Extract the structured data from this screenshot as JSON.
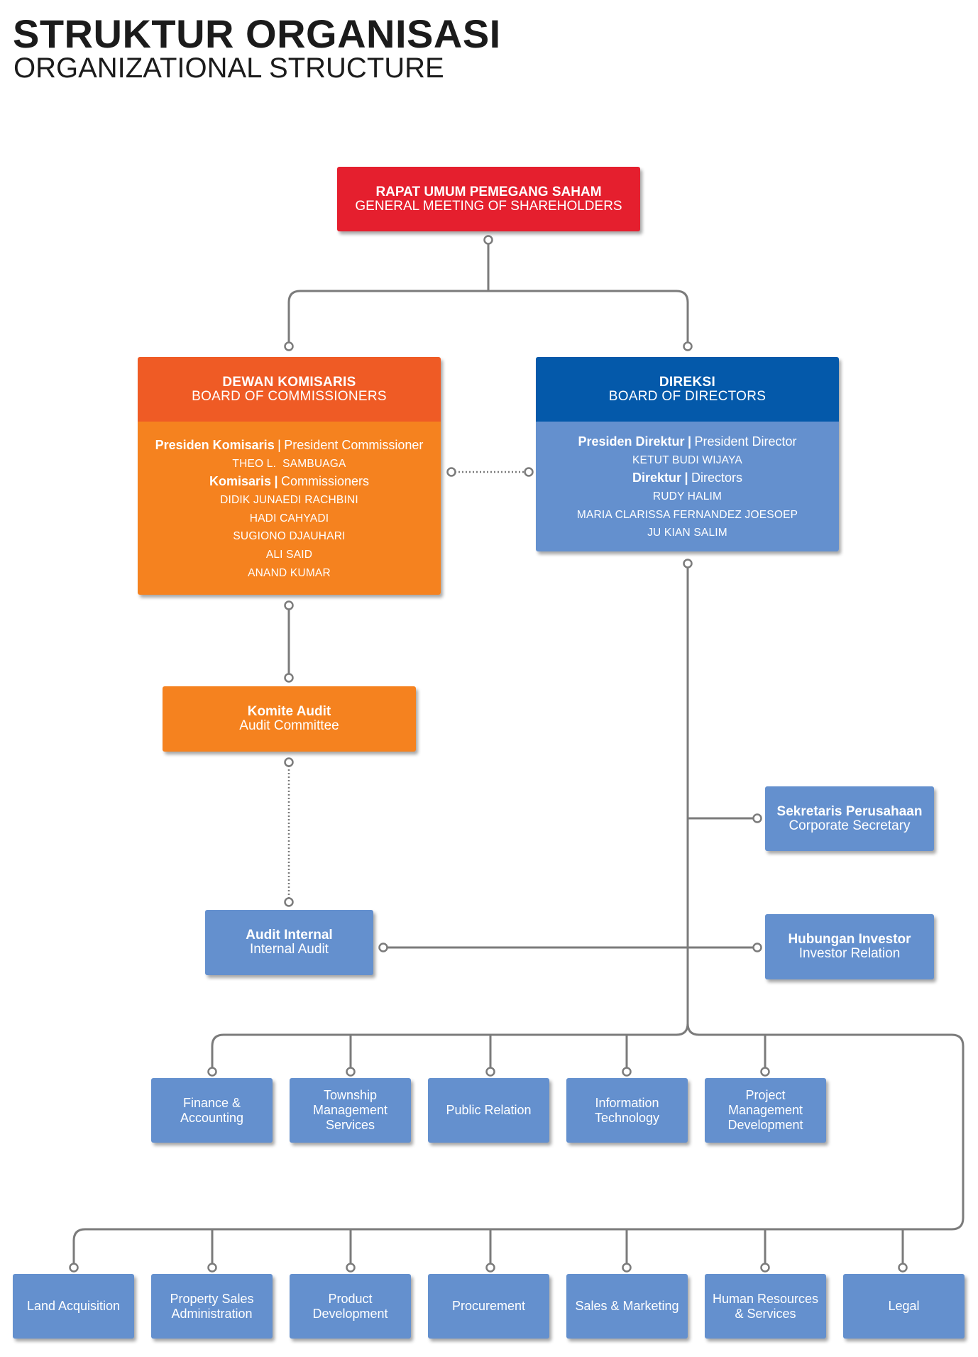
{
  "header": {
    "title": "STRUKTUR ORGANISASI",
    "subtitle": "ORGANIZATIONAL STRUCTURE"
  },
  "colors": {
    "gms": "#E51F2E",
    "commissioners_header": "#EF5B25",
    "commissioners_body": "#F5821F",
    "directors_header": "#0459AA",
    "units": "#6490CE",
    "connector": "#7B7B7B"
  },
  "gms": {
    "title_id": "RAPAT UMUM PEMEGANG SAHAM",
    "title_en": "GENERAL MEETING OF SHAREHOLDERS"
  },
  "separator": "|",
  "commissioners": {
    "title_id": "DEWAN KOMISARIS",
    "title_en": "BOARD OF COMMISSIONERS",
    "president_label_id": "Presiden Komisaris",
    "president_label_en": "President Commissioner",
    "president_name": "THEO L.  SAMBUAGA",
    "members_label_id": "Komisaris",
    "members_label_en": "Commissioners",
    "members": [
      "DIDIK JUNAEDI RACHBINI",
      "HADI CAHYADI",
      "SUGIONO DJAUHARI",
      "ALI SAID",
      "ANAND KUMAR"
    ]
  },
  "directors": {
    "title_id": "DIREKSI",
    "title_en": "BOARD OF DIRECTORS",
    "president_label_id": "Presiden Direktur",
    "president_label_en": "President Director",
    "president_name": "KETUT BUDI WIJAYA",
    "members_label_id": "Direktur",
    "members_label_en": "Directors",
    "members": [
      "RUDY HALIM",
      "MARIA CLARISSA FERNANDEZ JOESOEP",
      "JU KIAN SALIM"
    ]
  },
  "audit_committee": {
    "title_id": "Komite Audit",
    "title_en": "Audit Committee"
  },
  "internal_audit": {
    "title_id": "Audit Internal",
    "title_en": "Internal Audit"
  },
  "corporate_secretary": {
    "title_id": "Sekretaris Perusahaan",
    "title_en": "Corporate Secretary"
  },
  "investor_relation": {
    "title_id": "Hubungan Investor",
    "title_en": "Investor Relation"
  },
  "departments": {
    "row1": [
      "Finance &\nAccounting",
      "Township\nManagement\nServices",
      "Public Relation",
      "Information\nTechnology",
      "Project\nManagement\nDevelopment"
    ],
    "row2": [
      "Land Acquisition",
      "Property Sales\nAdministration",
      "Product\nDevelopment",
      "Procurement",
      "Sales & Marketing",
      "Human Resources\n& Services",
      "Legal"
    ]
  }
}
